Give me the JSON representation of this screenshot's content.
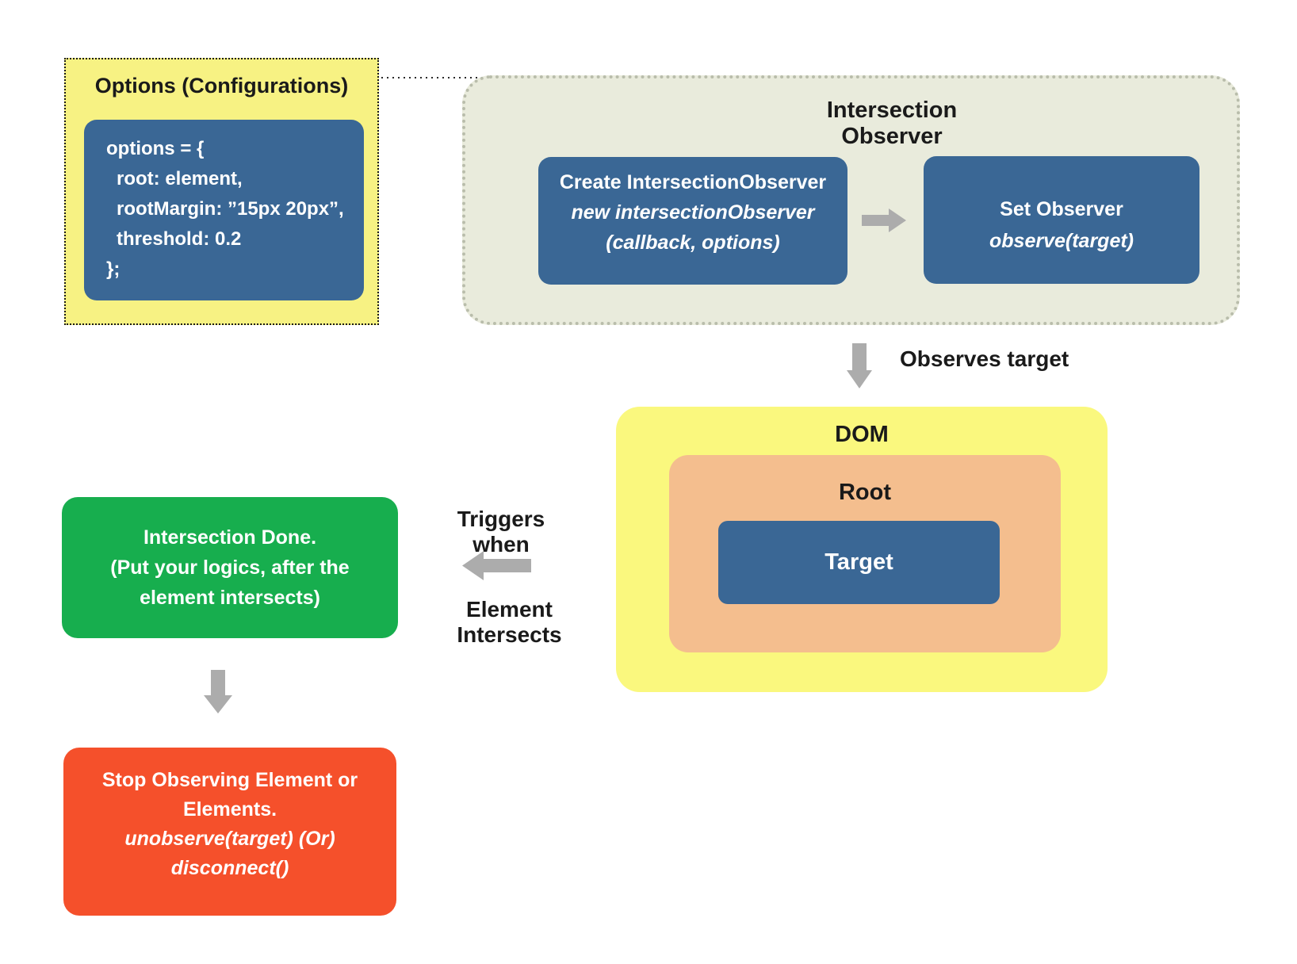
{
  "colors": {
    "box_blue": "#3A6795",
    "options_yellow": "#F7F283",
    "dom_yellow": "#FAF87E",
    "root_orange": "#F4BE8E",
    "container_gray_green": "#E9EBDC",
    "done_green": "#17AE4E",
    "stop_red": "#F5502B",
    "arrow_gray": "#ACACAC",
    "text_black": "#1a1a1a",
    "text_white": "#ffffff"
  },
  "options_box": {
    "title": "Options (Configurations)",
    "code_lines": [
      "options = {",
      "root: element,",
      "rootMargin: ”15px 20px”,",
      "threshold: 0.2",
      "};"
    ]
  },
  "io_container": {
    "title": "Intersection Observer",
    "create_box": {
      "line1": "Create IntersectionObserver",
      "line2": "new intersectionObserver",
      "line3": "(callback, options)"
    },
    "set_box": {
      "line1": "Set Observer",
      "line2": "observe(target)"
    }
  },
  "flow_labels": {
    "observes_target": "Observes target",
    "triggers_when": "Triggers when",
    "element_intersects": "Element Intersects"
  },
  "dom_box": {
    "title": "DOM",
    "root_box": {
      "title": "Root",
      "target_box": {
        "title": "Target"
      }
    }
  },
  "done_box": {
    "lines": [
      "Intersection Done.",
      "(Put your logics, after the",
      "element intersects)"
    ]
  },
  "stop_box": {
    "lines_bold": [
      "Stop Observing Element or",
      "Elements."
    ],
    "lines_italic": [
      "unobserve(target) (Or)",
      "disconnect()"
    ]
  }
}
